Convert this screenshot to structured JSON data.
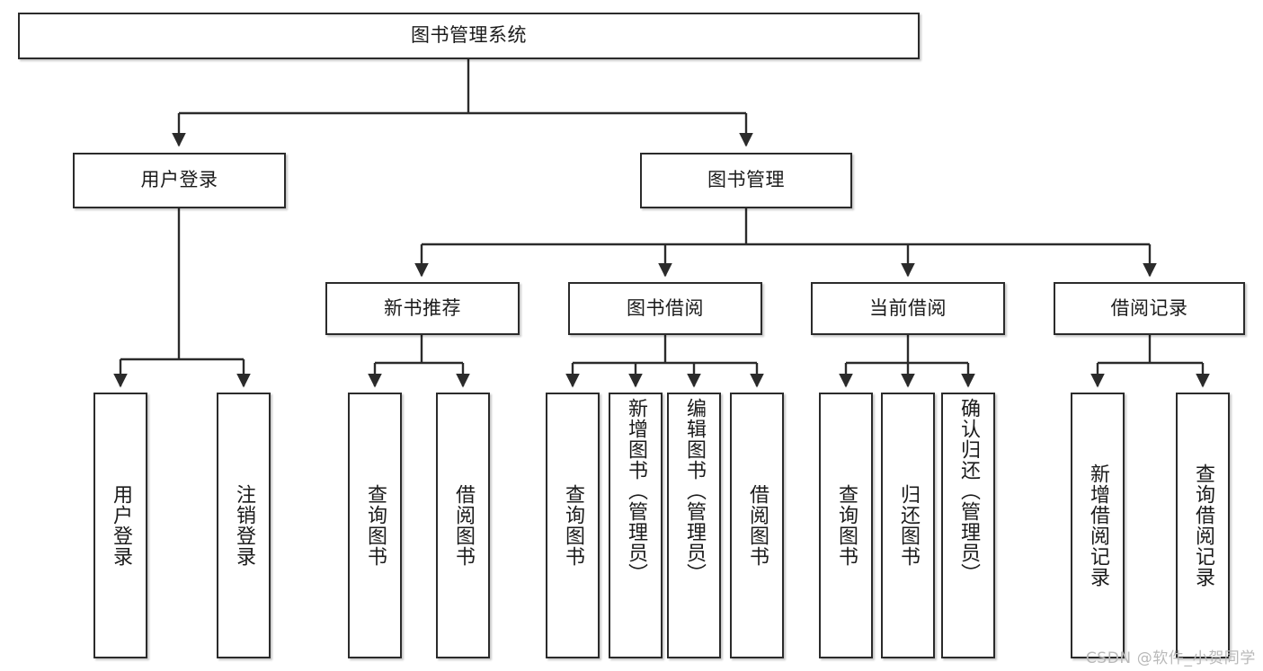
{
  "diagram": {
    "title_node": {
      "label": "图书管理系统"
    },
    "level2": [
      {
        "id": "user-login",
        "label": "用户登录"
      },
      {
        "id": "book-management",
        "label": "图书管理"
      }
    ],
    "level3": [
      {
        "id": "new-book-recommend",
        "label": "新书推荐"
      },
      {
        "id": "book-borrow",
        "label": "图书借阅"
      },
      {
        "id": "current-borrow",
        "label": "当前借阅"
      },
      {
        "id": "borrow-record",
        "label": "借阅记录"
      }
    ],
    "leaves": {
      "user_login": [
        {
          "id": "leaf-user-login",
          "label": "用户登录"
        },
        {
          "id": "leaf-logout-login",
          "label": "注销登录"
        }
      ],
      "new_book_recommend": [
        {
          "id": "leaf-query-book-1",
          "label": "查询图书"
        },
        {
          "id": "leaf-borrow-book-1",
          "label": "借阅图书"
        }
      ],
      "book_borrow": [
        {
          "id": "leaf-query-book-2",
          "label": "查询图书"
        },
        {
          "id": "leaf-add-book-admin",
          "label": "新增图书（管理员）"
        },
        {
          "id": "leaf-edit-book-admin",
          "label": "编辑图书（管理员）"
        },
        {
          "id": "leaf-borrow-book-2",
          "label": "借阅图书"
        }
      ],
      "current_borrow": [
        {
          "id": "leaf-query-book-3",
          "label": "查询图书"
        },
        {
          "id": "leaf-return-book",
          "label": "归还图书"
        },
        {
          "id": "leaf-confirm-return-admin",
          "label": "确认归还（管理员）"
        }
      ],
      "borrow_record": [
        {
          "id": "leaf-add-borrow-record",
          "label": "新增借阅记录"
        },
        {
          "id": "leaf-query-borrow-record",
          "label": "查询借阅记录"
        }
      ]
    }
  },
  "watermark": {
    "text": "CSDN @软件_小贺同学"
  },
  "colors": {
    "stroke": "#2b2b2b",
    "fill": "#ffffff",
    "text": "#1b1b1b",
    "watermark": "#b9b9b9"
  }
}
